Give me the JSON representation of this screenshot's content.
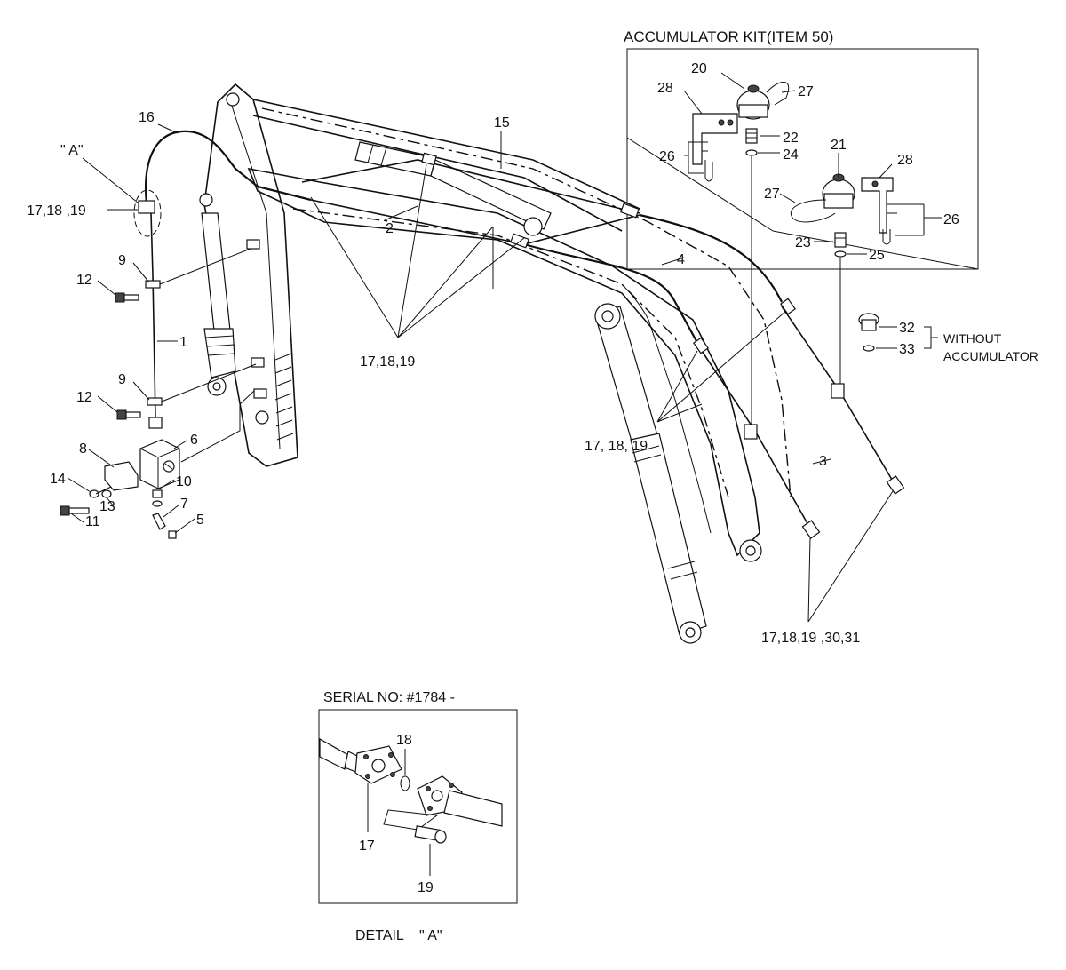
{
  "kit": {
    "title": "ACCUMULATOR KIT(ITEM 50)",
    "callouts": [
      "20",
      "27",
      "28",
      "22",
      "26",
      "24",
      "21",
      "28",
      "27",
      "26",
      "23",
      "25"
    ]
  },
  "without": {
    "line1": "WITHOUT",
    "line2": "ACCUMULATOR",
    "callouts": [
      "32",
      "33"
    ]
  },
  "main": {
    "view_a": "\" A\"",
    "callouts": {
      "c16": "16",
      "c15": "15",
      "c171819_top": "17,18 ,19",
      "c9a": "9",
      "c12a": "12",
      "c1": "1",
      "c9b": "9",
      "c12b": "12",
      "c6": "6",
      "c8": "8",
      "c14": "14",
      "c10": "10",
      "c13": "13",
      "c7": "7",
      "c11": "11",
      "c5": "5",
      "c2": "2",
      "c4": "4",
      "c3": "3",
      "c171819_mid": "17,18,19",
      "c171819_right": "17, 18, 19",
      "c1718193031": "17,18,19 ,30,31"
    }
  },
  "detail": {
    "serial": "SERIAL NO: #1784 -",
    "caption": "DETAIL    \" A\"",
    "callouts": [
      "18",
      "17",
      "19"
    ]
  }
}
